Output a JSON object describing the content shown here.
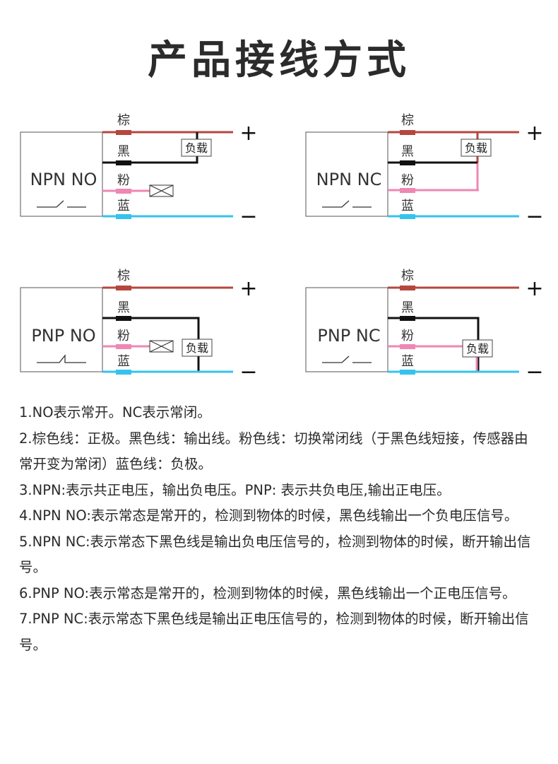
{
  "title": "产品接线方式",
  "wire_labels": {
    "brown": "棕",
    "black": "黑",
    "pink": "粉",
    "blue": "蓝"
  },
  "load_label": "负载",
  "plus_sign": "+",
  "minus_sign": "−",
  "colors": {
    "brown": "#b5473e",
    "black": "#111111",
    "pink": "#ee87b3",
    "blue": "#35c3ee",
    "box_border": "#555555"
  },
  "diagrams": [
    {
      "id": "npn-no",
      "name": "NPN NO"
    },
    {
      "id": "npn-nc",
      "name": "NPN NC"
    },
    {
      "id": "pnp-no",
      "name": "PNP NO"
    },
    {
      "id": "pnp-nc",
      "name": "PNP NC"
    }
  ],
  "notes": [
    "1.NO表示常开。NC表示常闭。",
    "2.棕色线：正极。黑色线：输出线。粉色线：切换常闭线（于黑色线短接，传感器由常开变为常闭）蓝色线：负极。",
    "3.NPN:表示共正电压，输出负电压。PNP: 表示共负电压,输出正电压。",
    "4.NPN NO:表示常态是常开的，检测到物体的时候，黑色线输出一个负电压信号。",
    "5.NPN NC:表示常态下黑色线是输出负电压信号的，检测到物体的时候，断开输出信号。",
    "6.PNP NO:表示常态是常开的，检测到物体的时候，黑色线输出一个正电压信号。",
    "7.PNP NC:表示常态下黑色线是输出正电压信号的，检测到物体的时候，断开输出信号。"
  ]
}
